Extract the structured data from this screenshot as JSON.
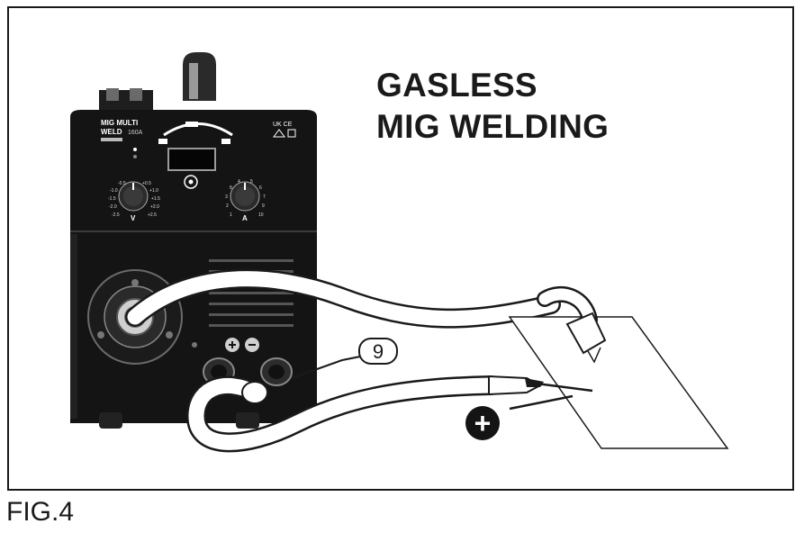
{
  "figure": {
    "title_lines": [
      "GASLESS",
      "MIG WELDING"
    ],
    "caption": "FIG.4",
    "callout_number": "9",
    "polarity_symbol": "+",
    "machine": {
      "brand_line1": "MIG MULTI",
      "brand_line2": "WELD",
      "model": "160A",
      "cert_marks": "UK CE",
      "left_knob_unit": "V",
      "right_knob_unit": "A",
      "left_knob_scale": [
        "-0.5",
        "-1.0",
        "-1.5",
        "-2.0",
        "-2.5",
        "+0.5",
        "+1.0",
        "+1.5",
        "+2.0",
        "+2.5"
      ],
      "right_knob_scale": [
        "4",
        "5",
        "6",
        "7",
        "8",
        "3",
        "2",
        "1",
        "9",
        "10"
      ]
    },
    "colors": {
      "machine_body": "#141414",
      "line": "#1a1a1a",
      "background": "#ffffff"
    }
  }
}
